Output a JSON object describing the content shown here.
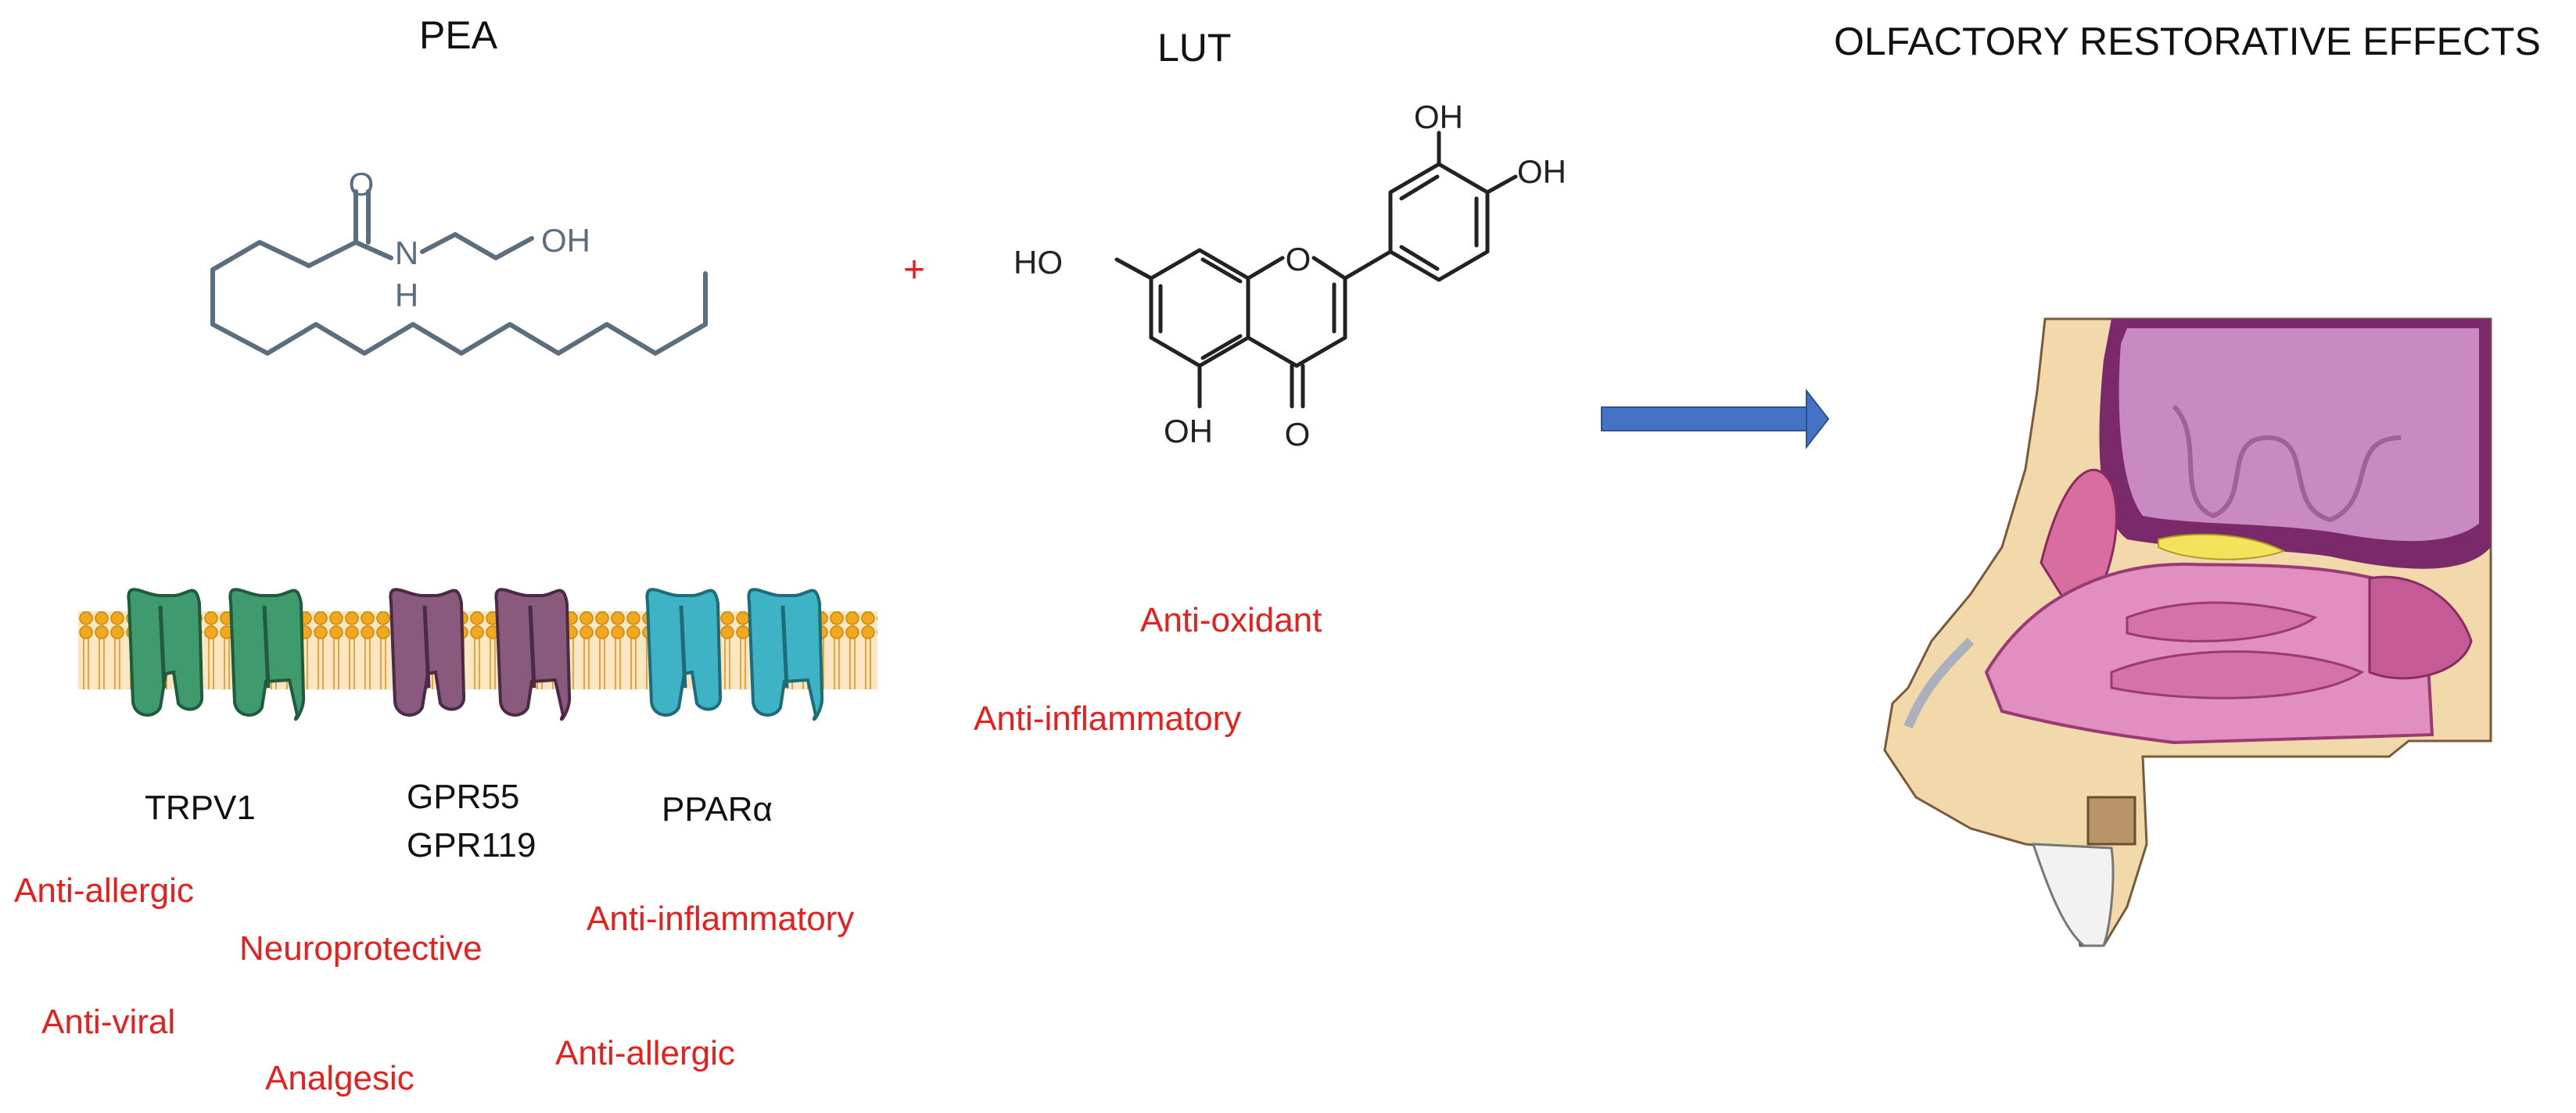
{
  "titles": {
    "pea": "PEA",
    "lut": "LUT",
    "effects": "OLFACTORY RESTORATIVE EFFECTS"
  },
  "plus": "+",
  "pea_structure": {
    "atoms": {
      "o": "O",
      "n": "N",
      "h": "H",
      "oh": "OH"
    }
  },
  "lut_structure": {
    "atoms": {
      "ho": "HO",
      "o_ring": "O",
      "oh_bottom": "OH",
      "o_keto": "O",
      "oh_top": "OH",
      "oh_right": "OH"
    }
  },
  "receptors": {
    "trpv1": "TRPV1",
    "gpr55": "GPR55",
    "gpr119": "GPR119",
    "ppara": "PPARα"
  },
  "pea_effects": [
    "Anti-allergic",
    "Neuroprotective",
    "Anti-inflammatory",
    "Anti-viral",
    "Analgesic",
    "Anti-allergic"
  ],
  "lut_effects": [
    "Anti-oxidant",
    "Anti-inflammatory"
  ],
  "colors": {
    "effect_text": "#e8201d",
    "arrow": "#4472c4",
    "pea_bonds": "#5b6e80",
    "trpv1": "#3f9a6e",
    "gpr": "#8a5a7e",
    "ppara": "#3fb3c6"
  }
}
